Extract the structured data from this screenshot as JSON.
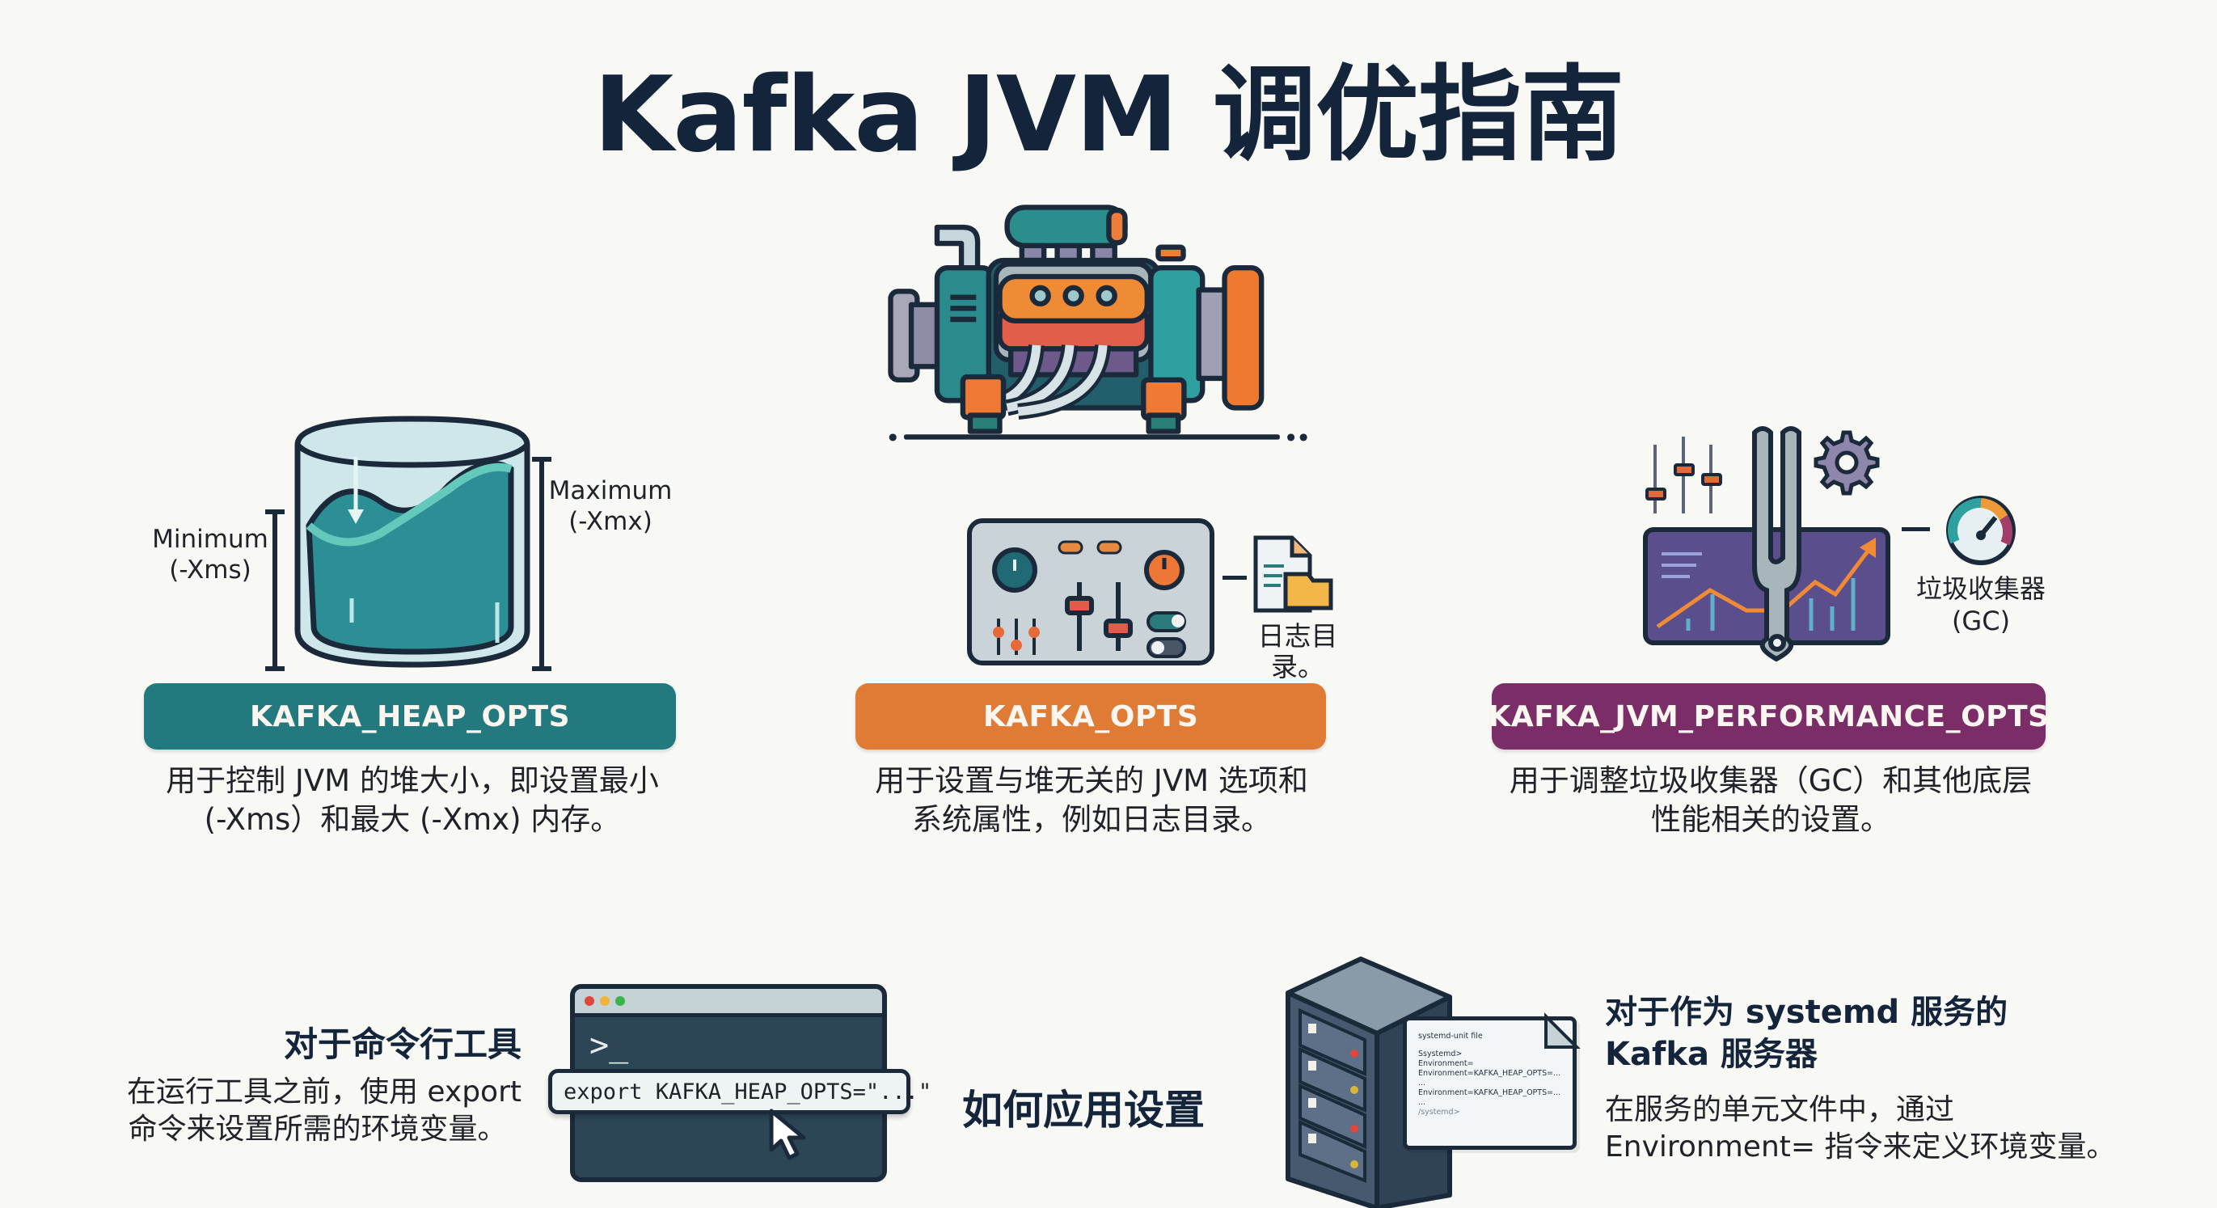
{
  "title": "Kafka JVM 调优指南",
  "colors": {
    "background": "#f8f8f5",
    "title": "#13243b",
    "heap_accent": "#237a7e",
    "opts_accent": "#e07b36",
    "performance_accent": "#7b2d67"
  },
  "hero_icon": "engine-icon",
  "sections": [
    {
      "id": "heap",
      "label": "KAFKA_HEAP_OPTS",
      "icon": "heap-cylinder-icon",
      "annotations": {
        "min": "Minimum\n(-Xms)",
        "min_line1": "Minimum",
        "min_line2": "(-Xms)",
        "max_line1": "Maximum",
        "max_line2": "(-Xmx)"
      },
      "description_line1": "用于控制 JVM 的堆大小，即设置最小",
      "description_line2": "(-Xms）和最大 (-Xmx) 内存。"
    },
    {
      "id": "opts",
      "label": "KAFKA_OPTS",
      "icon": "control-panel-icon",
      "annotation": "日志目录。",
      "annotation_icon": "log-folder-icon",
      "description_line1": "用于设置与堆无关的 JVM 选项和",
      "description_line2": "系统属性，例如日志目录。"
    },
    {
      "id": "performance",
      "label": "KAFKA_JVM_PERFORMANCE_OPTS",
      "icon": "tuning-fork-chart-icon",
      "annotation_line1": "垃圾收集器",
      "annotation_line2": "(GC)",
      "annotation_icon": "gauge-icon",
      "description_line1": "用于调整垃圾收集器（GC）和其他底层",
      "description_line2": "性能相关的设置。"
    }
  ],
  "apply": {
    "center_heading": "如何应用设置",
    "cli": {
      "heading": "对于命令行工具",
      "line1": "在运行工具之前，使用 export",
      "line2": "命令来设置所需的环境变量。",
      "terminal_prompt": ">_",
      "command": "export KAFKA_HEAP_OPTS=\"...\""
    },
    "systemd": {
      "heading_line1": "对于作为 systemd 服务的",
      "heading_line2": "Kafka 服务器",
      "line1": "在服务的单元文件中，通过",
      "line2": "Environment= 指令来定义环境变量。",
      "unit_file_lines": [
        "systemd-unit file",
        "",
        "Ssystemd>",
        "Environment=",
        "Environment=KAFKA_HEAP_OPTS=...",
        "...",
        "Environment=KAFKA_HEAP_OPTS=...",
        "...",
        "/systemd>"
      ]
    }
  }
}
